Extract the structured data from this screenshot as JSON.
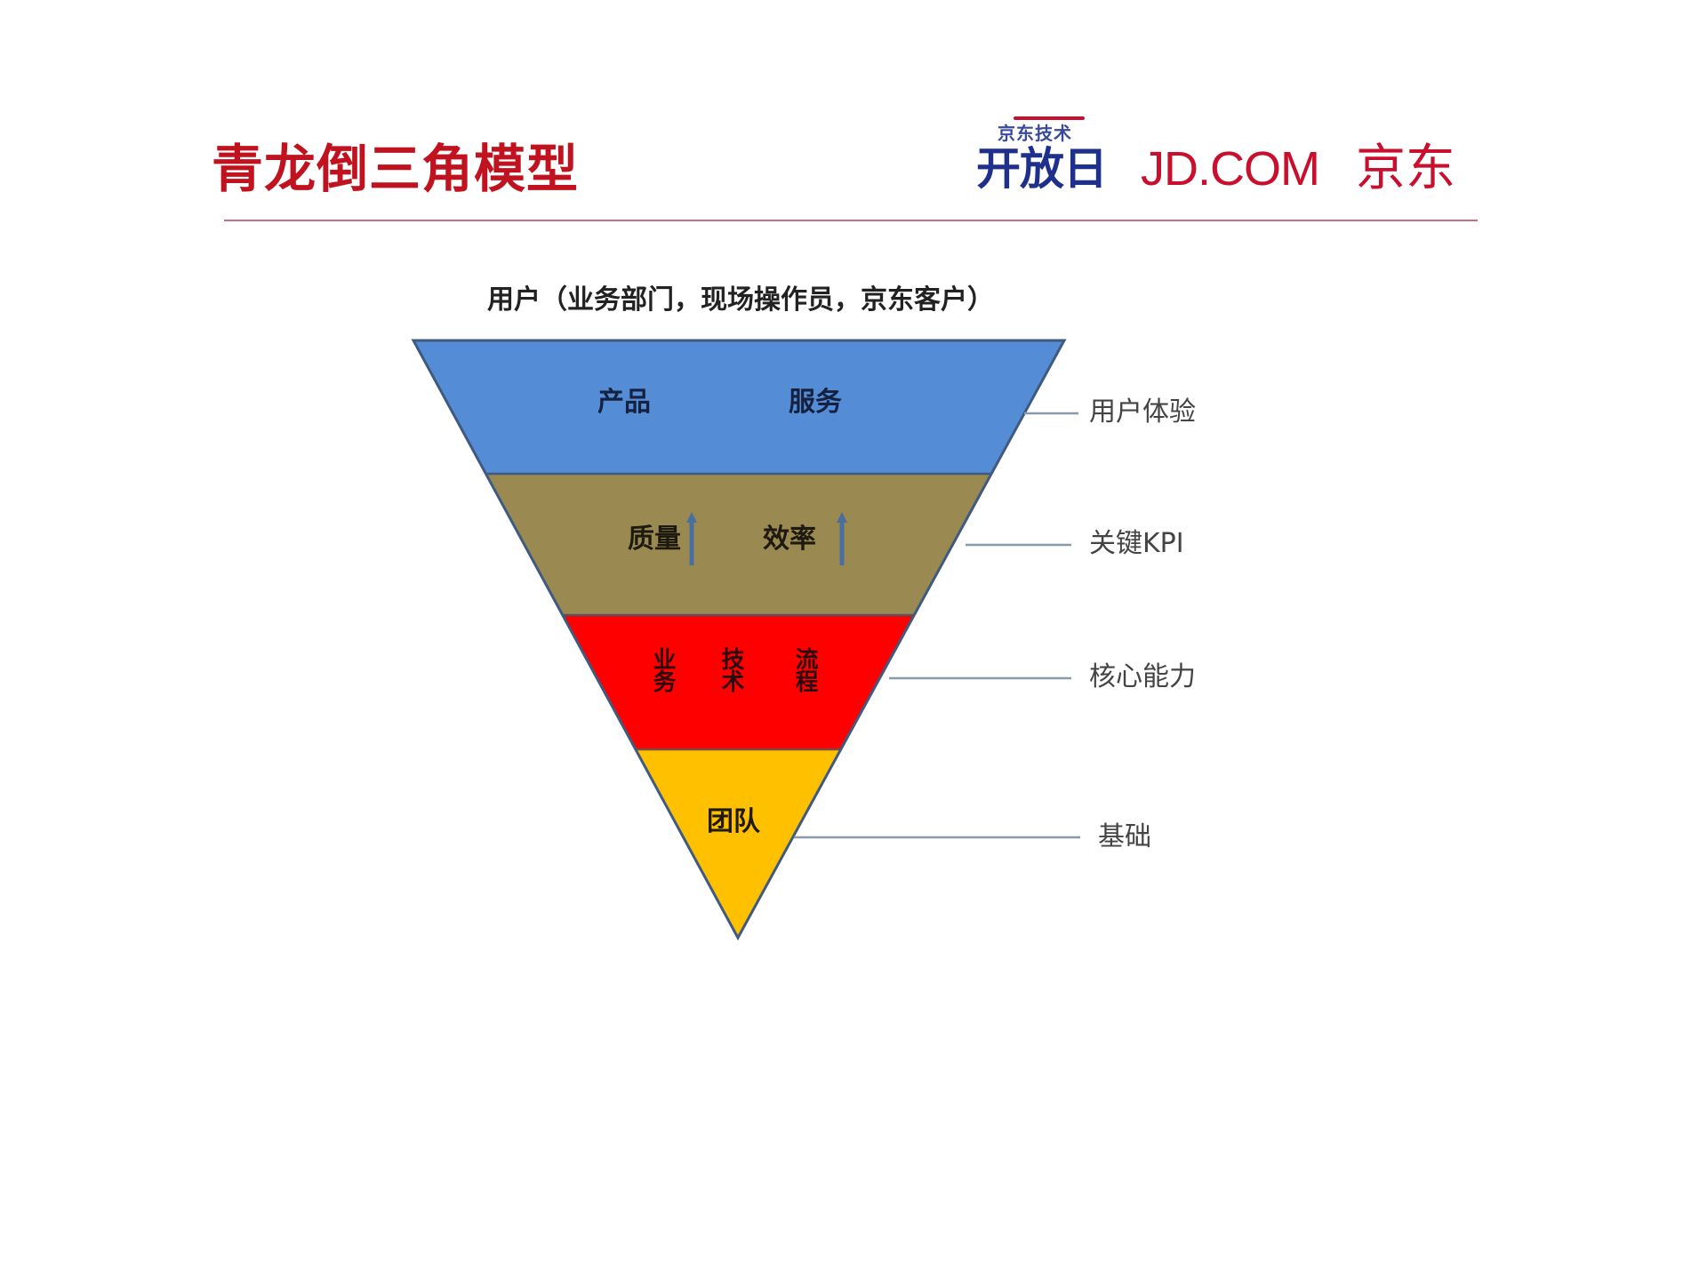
{
  "header": {
    "title": "青龙倒三角模型",
    "logo": {
      "small_text": "京东技术",
      "big_text": "开放日",
      "brand_en": "JD.COM",
      "brand_cn": "京东"
    }
  },
  "diagram": {
    "top_label": "用户（业务部门，现场操作员，京东客户）",
    "layers": [
      {
        "name": "product-service",
        "color": "#558CD6",
        "items": [
          "产品",
          "服务"
        ],
        "side_label": "用户体验"
      },
      {
        "name": "kpi",
        "color": "#9A8A52",
        "items": [
          "质量",
          "效率"
        ],
        "item_icons": [
          "up-arrow-icon",
          "up-arrow-icon"
        ],
        "side_label": "关键KPI"
      },
      {
        "name": "core-capability",
        "color": "#FF0000",
        "items": [
          "业务",
          "技术",
          "流程"
        ],
        "side_label": "核心能力"
      },
      {
        "name": "foundation",
        "color": "#FFC000",
        "items": [
          "团队"
        ],
        "side_label": "基础"
      }
    ],
    "outline_color": "#3F5A80",
    "connector_color": "#8A9AAA"
  },
  "colors": {
    "title": "#C0131F",
    "divider": "#C9707A",
    "logo_navy": "#1E2F8C",
    "logo_red": "#C8102E"
  }
}
